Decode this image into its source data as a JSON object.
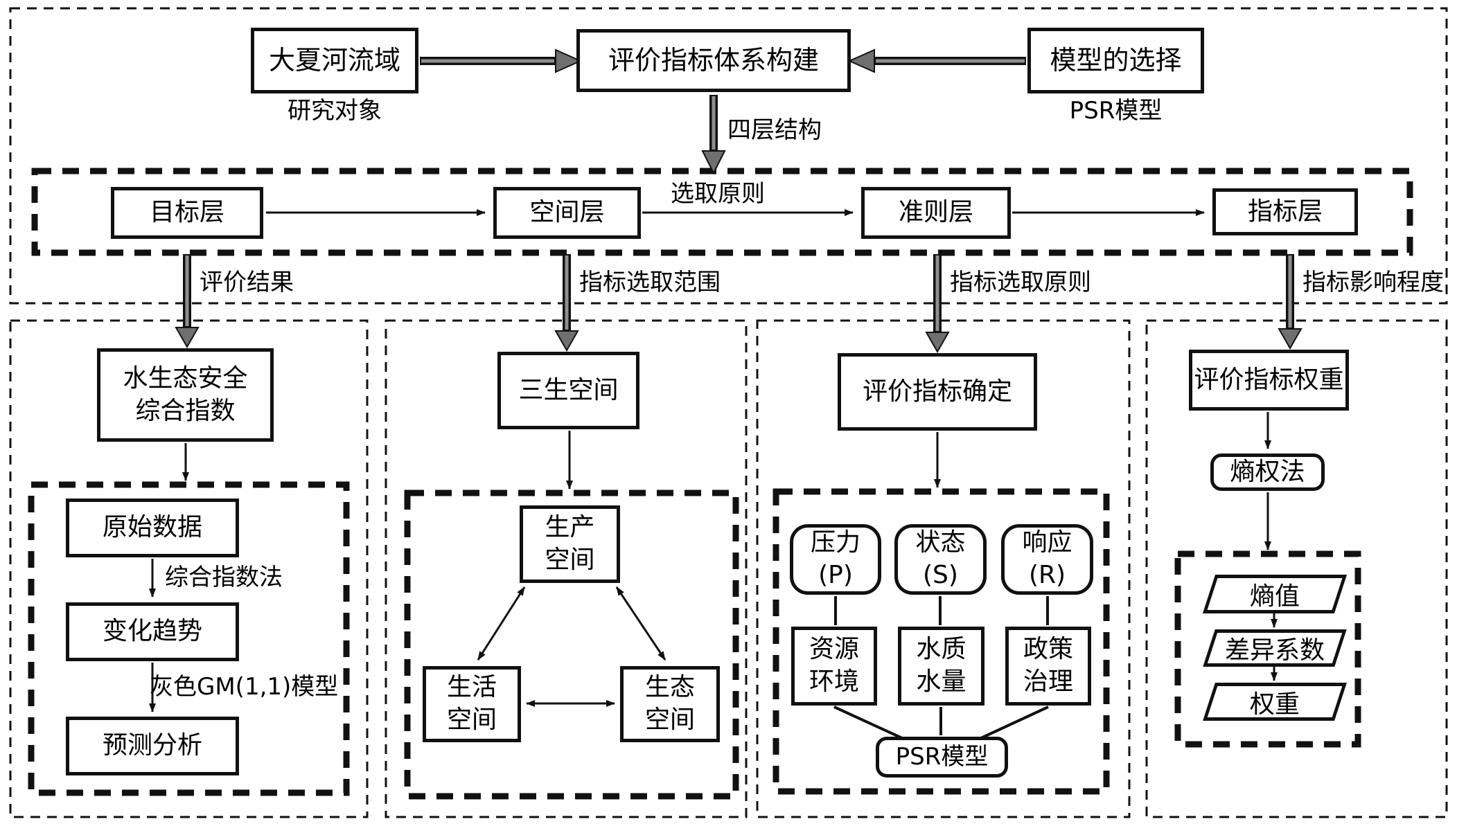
{
  "top": {
    "study_area_box": "大夏河流域",
    "study_area_label": "研究对象",
    "index_system_box": "评价指标体系构建",
    "four_layer_label": "四层结构",
    "model_selection_box": "模型的选择",
    "psr_model_label": "PSR模型",
    "target_layer": "目标层",
    "space_layer": "空间层",
    "selection_principle_label": "选取原则",
    "criterion_layer": "准则层",
    "indicator_layer": "指标层",
    "evaluation_result_label": "评价结果",
    "indicator_scope_label": "指标选取范围",
    "indicator_principle_label": "指标选取原则",
    "indicator_influence_label": "指标影响程度"
  },
  "left": {
    "header": "水生态安全\n综合指数",
    "original_data": "原始数据",
    "composite_index_method_label": "综合指数法",
    "change_trend": "变化趋势",
    "grey_model_label": "灰色GM(1,1)模型",
    "prediction_analysis": "预测分析"
  },
  "space": {
    "header": "三生空间",
    "production": "生产\n空间",
    "living": "生活\n空间",
    "ecological": "生态\n空间"
  },
  "psr": {
    "header": "评价指标确定",
    "pressure": "压力\n(P)",
    "state": "状态\n(S)",
    "response": "响应\n(R)",
    "resource_env": "资源\n环境",
    "water": "水质\n水量",
    "policy": "政策\n治理",
    "psr_model": "PSR模型"
  },
  "weight": {
    "header": "评价指标权重",
    "entropy_method": "熵权法",
    "entropy_value": "熵值",
    "difference_coefficient": "差异系数",
    "weight": "权重"
  },
  "colors": {
    "line": "#111111",
    "arrow_fill": "#8f8f8f",
    "background": "#ffffff"
  }
}
